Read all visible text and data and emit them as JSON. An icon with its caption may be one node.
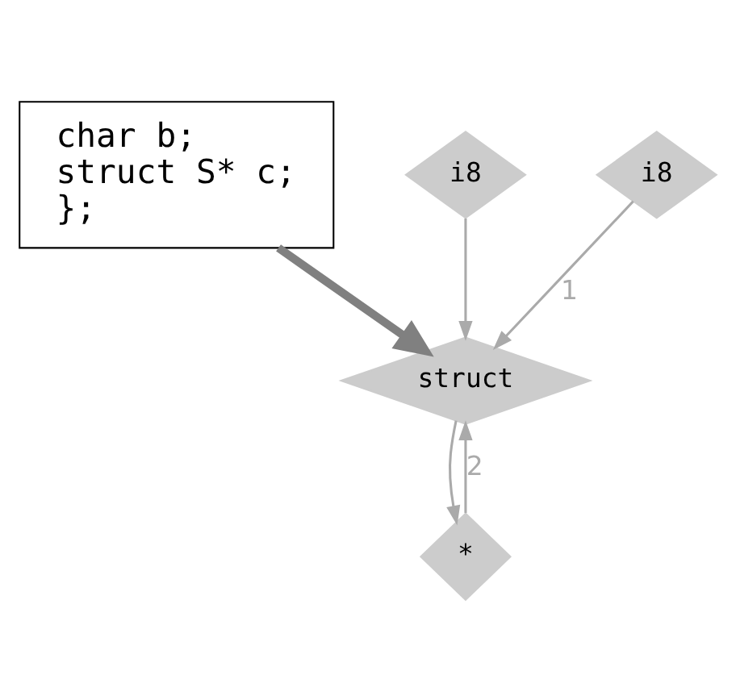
{
  "diagram": {
    "nodes": [
      {
        "text": [
          "char b;",
          "struct S* c;",
          "};"
        ]
      },
      {
        "text": [
          "i8"
        ]
      },
      {
        "text": [
          "i8"
        ]
      },
      {
        "text": [
          "struct"
        ]
      },
      {
        "text": [
          "*"
        ]
      }
    ],
    "edges": [
      {
        "from": 0,
        "to": 3,
        "arrow": "to",
        "style": "thick",
        "color": "#808080"
      },
      {
        "from": 1,
        "to": 3,
        "arrow": "to"
      },
      {
        "from": 2,
        "to": 3,
        "arrow": "to",
        "label": "1"
      },
      {
        "from": 3,
        "to": 4,
        "arrow": "to"
      },
      {
        "from": 4,
        "to": 3,
        "arrow": "to",
        "label": "2"
      }
    ]
  }
}
